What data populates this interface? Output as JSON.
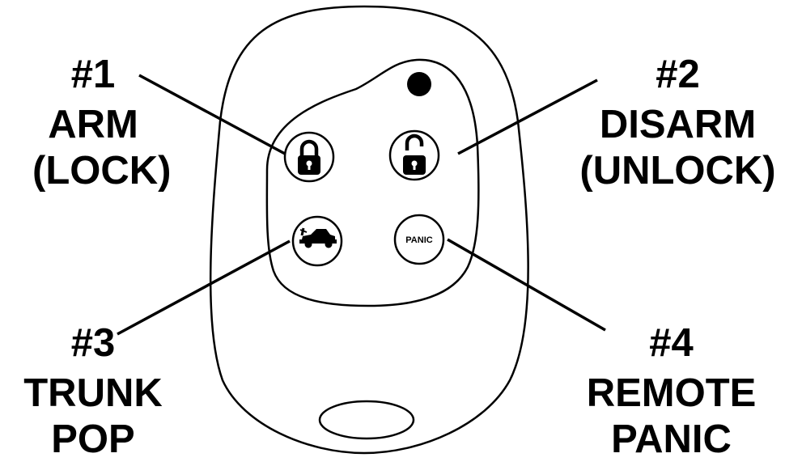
{
  "buttons": [
    {
      "id": 1,
      "number": "#1",
      "lines": [
        "ARM",
        "(LOCK)"
      ],
      "icon": "locked-padlock-icon"
    },
    {
      "id": 2,
      "number": "#2",
      "lines": [
        "DISARM",
        "(UNLOCK)"
      ],
      "icon": "unlocked-padlock-icon"
    },
    {
      "id": 3,
      "number": "#3",
      "lines": [
        "TRUNK",
        "POP"
      ],
      "icon": "car-trunk-icon"
    },
    {
      "id": 4,
      "number": "#4",
      "lines": [
        "REMOTE",
        "PANIC"
      ],
      "icon": "panic-text"
    }
  ],
  "panic_button_text": "PANIC",
  "colors": {
    "ink": "#000000",
    "background": "#ffffff"
  }
}
